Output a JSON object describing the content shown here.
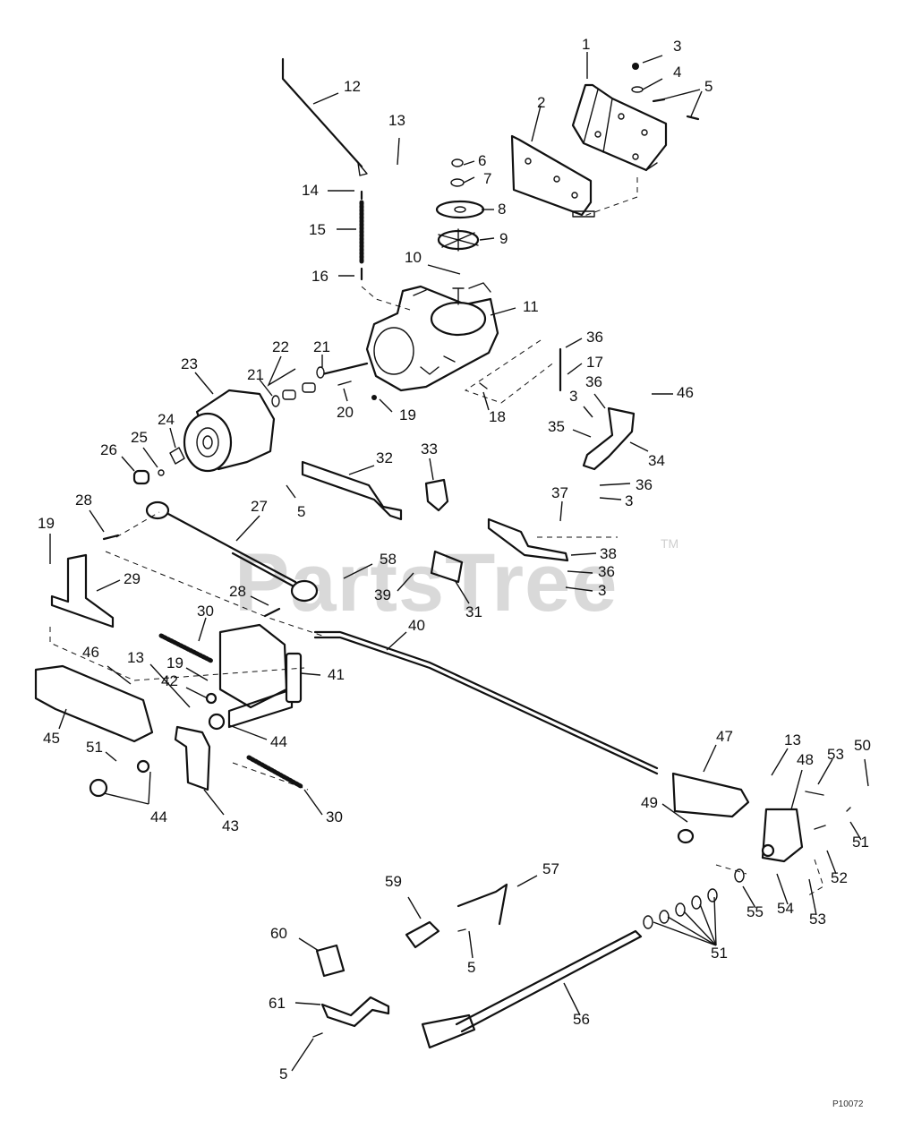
{
  "diagram": {
    "watermark": "PartsTree",
    "watermark_mark": "TM",
    "figure_code": "P10072",
    "callouts": [
      {
        "id": "c1",
        "label": "1"
      },
      {
        "id": "c2",
        "label": "2"
      },
      {
        "id": "c3a",
        "label": "3"
      },
      {
        "id": "c4",
        "label": "4"
      },
      {
        "id": "c5a",
        "label": "5"
      },
      {
        "id": "c6",
        "label": "6"
      },
      {
        "id": "c7",
        "label": "7"
      },
      {
        "id": "c8",
        "label": "8"
      },
      {
        "id": "c9",
        "label": "9"
      },
      {
        "id": "c10",
        "label": "10"
      },
      {
        "id": "c11",
        "label": "11"
      },
      {
        "id": "c12",
        "label": "12"
      },
      {
        "id": "c13a",
        "label": "13"
      },
      {
        "id": "c14",
        "label": "14"
      },
      {
        "id": "c15",
        "label": "15"
      },
      {
        "id": "c16",
        "label": "16"
      },
      {
        "id": "c36a",
        "label": "36"
      },
      {
        "id": "c17",
        "label": "17"
      },
      {
        "id": "c46a",
        "label": "46"
      },
      {
        "id": "c36b",
        "label": "36"
      },
      {
        "id": "c3b",
        "label": "3"
      },
      {
        "id": "c35",
        "label": "35"
      },
      {
        "id": "c34",
        "label": "34"
      },
      {
        "id": "c36c",
        "label": "36"
      },
      {
        "id": "c3c",
        "label": "3"
      },
      {
        "id": "c23",
        "label": "23"
      },
      {
        "id": "c22",
        "label": "22"
      },
      {
        "id": "c21a",
        "label": "21"
      },
      {
        "id": "c21b",
        "label": "21"
      },
      {
        "id": "c20",
        "label": "20"
      },
      {
        "id": "c19a",
        "label": "19"
      },
      {
        "id": "c18",
        "label": "18"
      },
      {
        "id": "c24",
        "label": "24"
      },
      {
        "id": "c25",
        "label": "25"
      },
      {
        "id": "c26",
        "label": "26"
      },
      {
        "id": "c32",
        "label": "32"
      },
      {
        "id": "c33",
        "label": "33"
      },
      {
        "id": "c5b",
        "label": "5"
      },
      {
        "id": "c37",
        "label": "37"
      },
      {
        "id": "c38",
        "label": "38"
      },
      {
        "id": "c36d",
        "label": "36"
      },
      {
        "id": "c3d",
        "label": "3"
      },
      {
        "id": "c28a",
        "label": "28"
      },
      {
        "id": "c27",
        "label": "27"
      },
      {
        "id": "c19b",
        "label": "19"
      },
      {
        "id": "c29",
        "label": "29"
      },
      {
        "id": "c58",
        "label": "58"
      },
      {
        "id": "c39",
        "label": "39"
      },
      {
        "id": "c31",
        "label": "31"
      },
      {
        "id": "c28b",
        "label": "28"
      },
      {
        "id": "c30a",
        "label": "30"
      },
      {
        "id": "c40",
        "label": "40"
      },
      {
        "id": "c46b",
        "label": "46"
      },
      {
        "id": "c13b",
        "label": "13"
      },
      {
        "id": "c19c",
        "label": "19"
      },
      {
        "id": "c42",
        "label": "42"
      },
      {
        "id": "c41",
        "label": "41"
      },
      {
        "id": "c45",
        "label": "45"
      },
      {
        "id": "c44a",
        "label": "44"
      },
      {
        "id": "c51a",
        "label": "51"
      },
      {
        "id": "c44b",
        "label": "44"
      },
      {
        "id": "c43",
        "label": "43"
      },
      {
        "id": "c30b",
        "label": "30"
      },
      {
        "id": "c47",
        "label": "47"
      },
      {
        "id": "c13c",
        "label": "13"
      },
      {
        "id": "c48",
        "label": "48"
      },
      {
        "id": "c53a",
        "label": "53"
      },
      {
        "id": "c50",
        "label": "50"
      },
      {
        "id": "c49",
        "label": "49"
      },
      {
        "id": "c51b",
        "label": "51"
      },
      {
        "id": "c52",
        "label": "52"
      },
      {
        "id": "c54",
        "label": "54"
      },
      {
        "id": "c53b",
        "label": "53"
      },
      {
        "id": "c55",
        "label": "55"
      },
      {
        "id": "c59",
        "label": "59"
      },
      {
        "id": "c57",
        "label": "57"
      },
      {
        "id": "c5c",
        "label": "5"
      },
      {
        "id": "c51c",
        "label": "51"
      },
      {
        "id": "c60",
        "label": "60"
      },
      {
        "id": "c61",
        "label": "61"
      },
      {
        "id": "c56",
        "label": "56"
      },
      {
        "id": "c5d",
        "label": "5"
      }
    ]
  }
}
